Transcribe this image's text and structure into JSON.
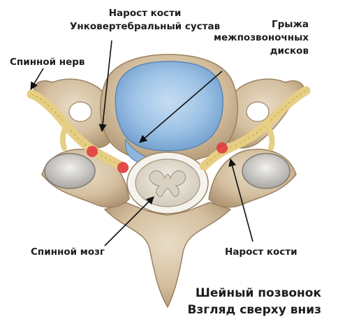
{
  "labels": {
    "bone_spur_top_line1": "Нарост кости",
    "bone_spur_top_line2": "Унковертебральный сустав",
    "spinal_nerve": "Спинной нерв",
    "herniated_disc_line1": "Грыжа",
    "herniated_disc_line2": "межпозвоночных",
    "herniated_disc_line3": "дисков",
    "spinal_cord": "Спинной мозг",
    "bone_spur_right": "Нарост кости"
  },
  "caption": {
    "line1": "Шейный позвонок",
    "line2": "Взгляд сверху вниз"
  },
  "colors": {
    "bone": "#d6c3a7",
    "bone_shadow": "#b19a7a",
    "disc": "#9cc6e8",
    "nerve": "#e6cf84",
    "compression": "#e0343d",
    "spinal_cord": "#e6e2d8"
  }
}
